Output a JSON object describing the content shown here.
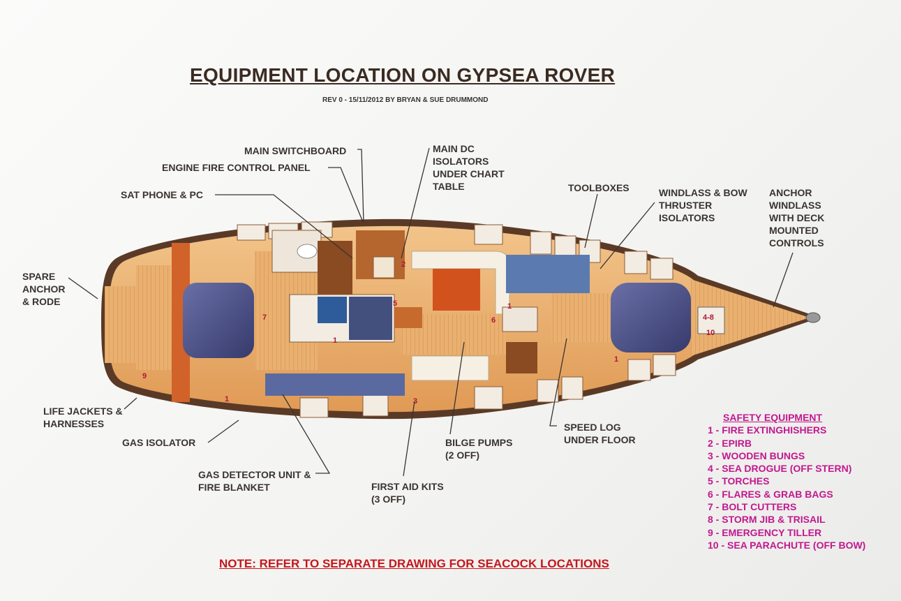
{
  "title": "EQUIPMENT LOCATION ON GYPSEA ROVER",
  "subtitle": "REV 0 - 15/11/2012 BY BRYAN & SUE DRUMMOND",
  "labels": {
    "main_switchboard": "MAIN SWITCHBOARD",
    "engine_fire": "ENGINE FIRE CONTROL PANEL",
    "sat_phone": "SAT PHONE & PC",
    "main_dc": "MAIN DC ISOLATORS UNDER CHART TABLE",
    "toolboxes": "TOOLBOXES",
    "windlass_bow": "WINDLASS & BOW THRUSTER ISOLATORS",
    "anchor_windlass": "ANCHOR WINDLASS WITH DECK MOUNTED CONTROLS",
    "spare_anchor": "SPARE ANCHOR & RODE",
    "life_jackets": "LIFE JACKETS & HARNESSES",
    "gas_isolator": "GAS ISOLATOR",
    "gas_detector": "GAS DETECTOR UNIT & FIRE BLANKET",
    "first_aid": "FIRST AID KITS (3 OFF)",
    "bilge_pumps": "BILGE PUMPS (2 OFF)",
    "speed_log": "SPEED LOG UNDER FLOOR"
  },
  "safety": {
    "heading": "SAFETY EQUIPMENT",
    "items": [
      "1 - FIRE EXTINGHISHERS",
      "2 - EPIRB",
      "3 - WOODEN BUNGS",
      "4 - SEA DROGUE (OFF STERN)",
      "5 - TORCHES",
      "6 - FLARES & GRAB BAGS",
      "7 - BOLT CUTTERS",
      "8 - STORM JIB & TRISAIL",
      "9 - EMERGENCY TILLER",
      "10 - SEA PARACHUTE (OFF BOW)"
    ]
  },
  "markers": [
    "1",
    "2",
    "3",
    "4",
    "5",
    "6",
    "7",
    "8",
    "9",
    "10"
  ],
  "note": "NOTE: REFER TO SEPARATE DRAWING FOR SEACOCK LOCATIONS",
  "colors": {
    "title": "#3a2b22",
    "note": "#c4161c",
    "safety": "#c2188f",
    "teak": "#e8a562",
    "cushion": "#4a4f86",
    "hull_edge": "#7a4a2a"
  }
}
